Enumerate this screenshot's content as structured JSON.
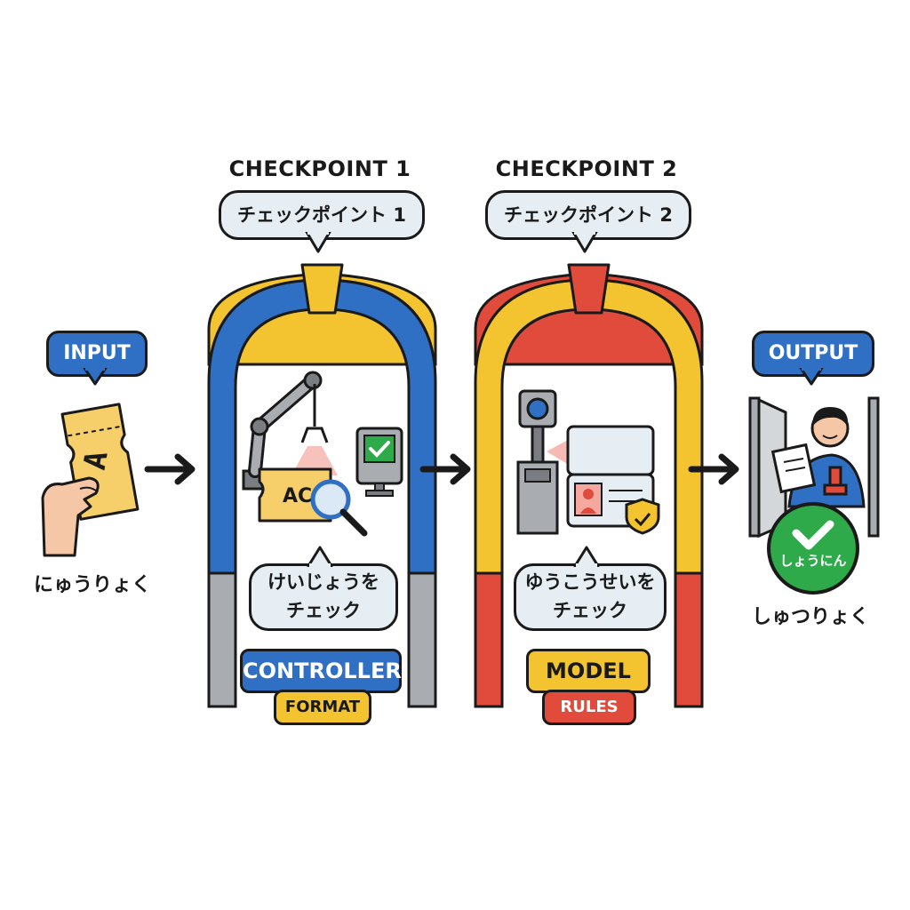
{
  "input": {
    "tag": "INPUT",
    "ticket_letter": "A",
    "caption": "にゅうりょく"
  },
  "checkpoint1": {
    "title": "CHECKPOINT 1",
    "bubble": "チェックポイント 1",
    "ticket_letter": "AC",
    "check_line1": "けいじょうを",
    "check_line2": "チェック",
    "role": "CONTROLLER",
    "sub": "FORMAT"
  },
  "checkpoint2": {
    "title": "CHECKPOINT 2",
    "bubble": "チェックポイント 2",
    "check_line1": "ゆうこうせいを",
    "check_line2": "チェック",
    "role": "MODEL",
    "sub": "RULES"
  },
  "output": {
    "tag": "OUTPUT",
    "approved": "しょうにん",
    "caption": "しゅつりょく"
  },
  "colors": {
    "blue": "#2f6fc4",
    "yellow": "#f4c430",
    "red": "#e04b3c",
    "green": "#2eaa4a",
    "gray": "#a9acb0",
    "outline": "#1a1a1a"
  }
}
